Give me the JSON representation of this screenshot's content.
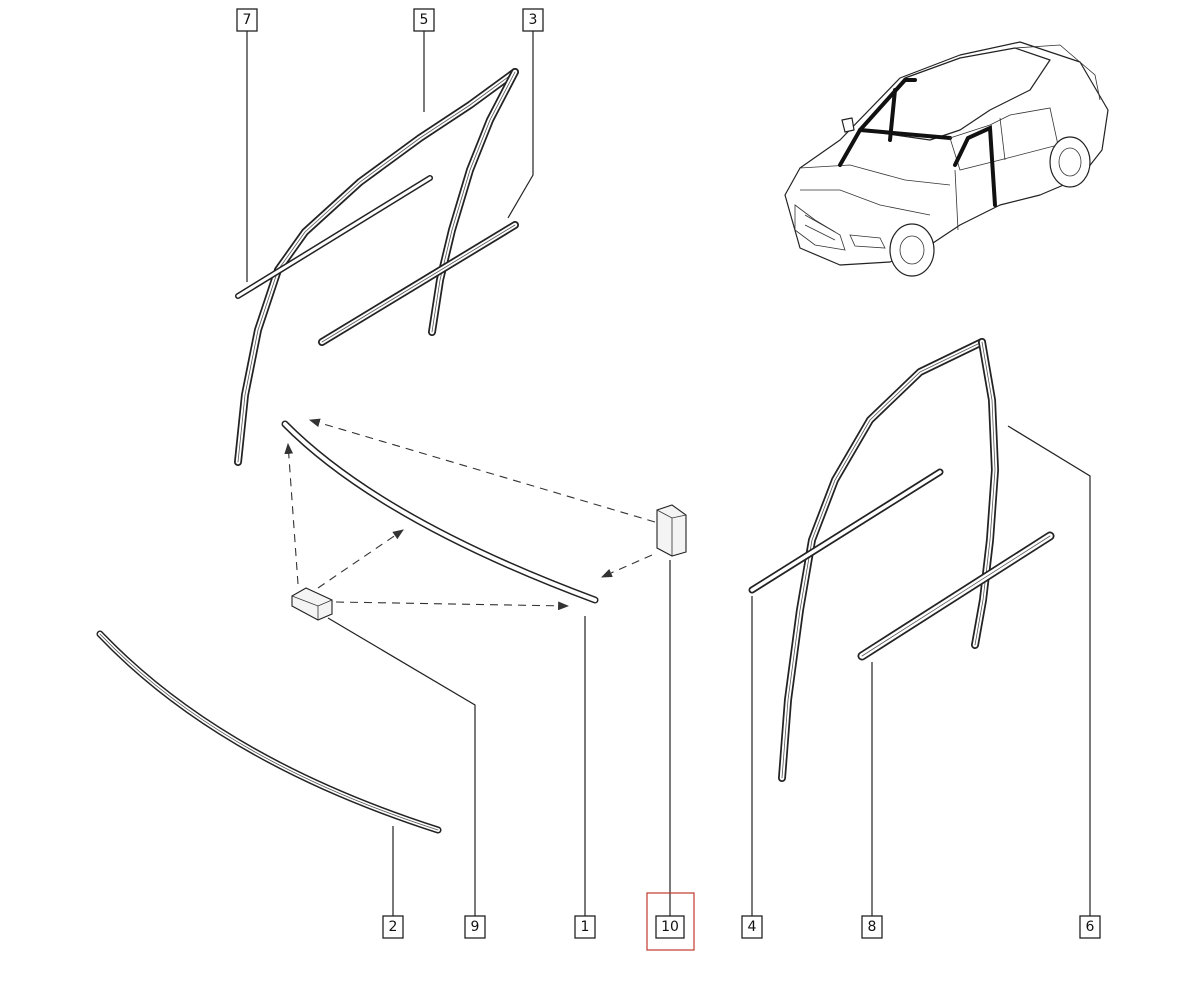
{
  "callouts": {
    "c7": "7",
    "c5": "5",
    "c3": "3",
    "c2": "2",
    "c9": "9",
    "c1": "1",
    "c10": "10",
    "c4": "4",
    "c8": "8",
    "c6": "6"
  },
  "highlight_color": "#c0392b"
}
